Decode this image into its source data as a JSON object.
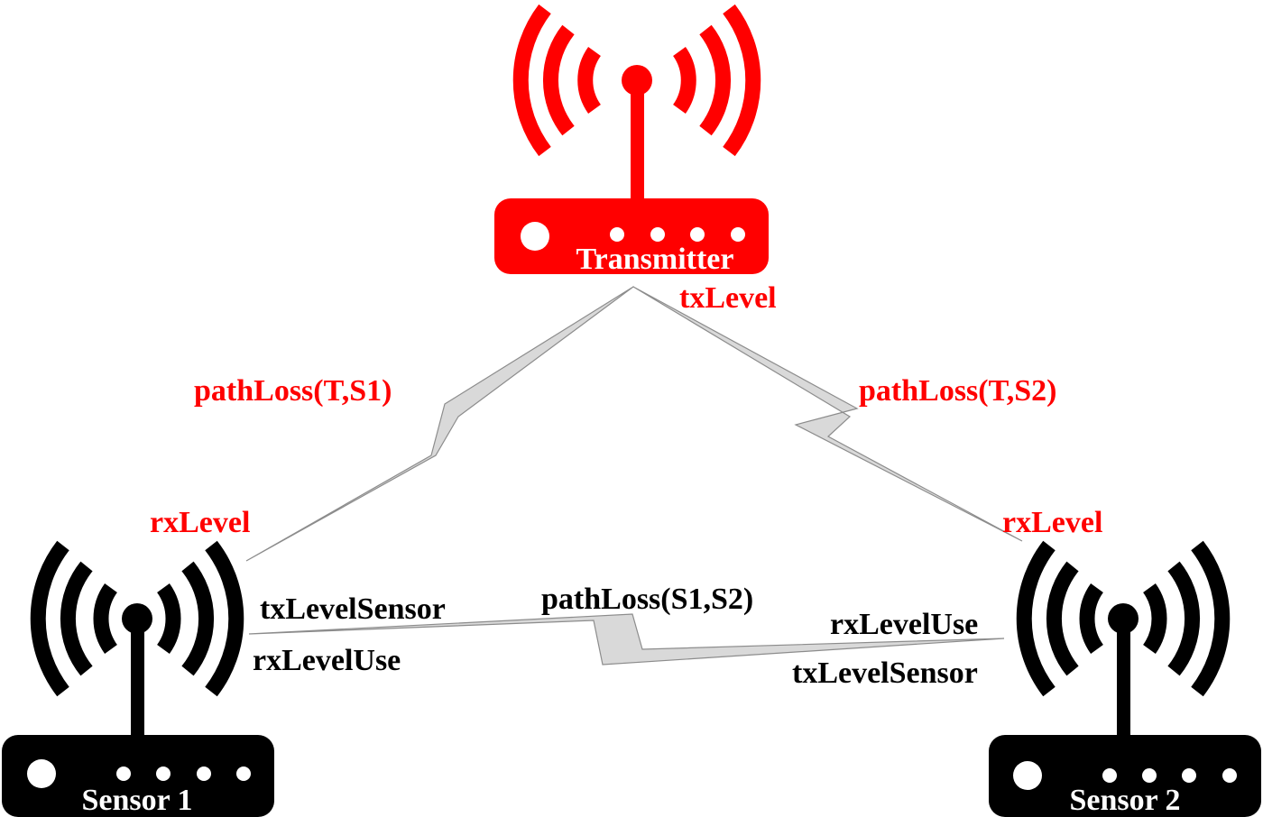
{
  "colors": {
    "transmitter": "#ff0000",
    "sensor": "#000000",
    "link_fill": "#d9d9d9",
    "link_stroke": "#8c8c8c",
    "device_text": "#ffffff"
  },
  "devices": {
    "transmitter": {
      "label": "Transmitter",
      "icon": "wireless-router-icon"
    },
    "sensor1": {
      "label": "Sensor 1",
      "icon": "wireless-router-icon"
    },
    "sensor2": {
      "label": "Sensor 2",
      "icon": "wireless-router-icon"
    }
  },
  "links": {
    "t_s1": {
      "label": "pathLoss(T,S1)",
      "icon": "lightning-bolt-icon"
    },
    "t_s2": {
      "label": "pathLoss(T,S2)",
      "icon": "lightning-bolt-icon"
    },
    "s1_s2": {
      "label": "pathLoss(S1,S2)",
      "icon": "lightning-bolt-icon"
    }
  },
  "levels": {
    "transmitter_tx": "txLevel",
    "sensor1_rx": "rxLevel",
    "sensor2_rx": "rxLevel",
    "sensor1_tx_sensor": "txLevelSensor",
    "sensor1_rx_use": "rxLevelUse",
    "sensor2_rx_use": "rxLevelUse",
    "sensor2_tx_sensor": "txLevelSensor"
  }
}
